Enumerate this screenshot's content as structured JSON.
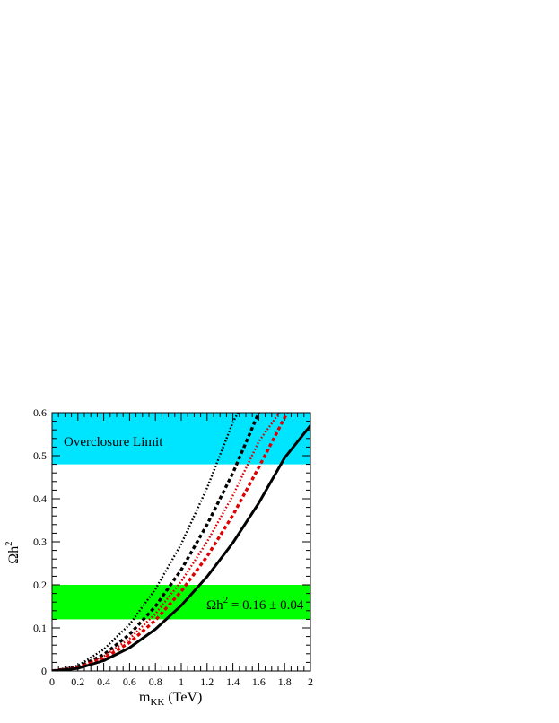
{
  "chart_data": {
    "type": "line",
    "xlabel": "m",
    "xlabel_sub": "KK",
    "xlabel_unit": " (TeV)",
    "ylabel": "Ωh",
    "ylabel_sup": "2",
    "xlim": [
      0,
      2
    ],
    "ylim": [
      0,
      0.6
    ],
    "xticks": [
      "0",
      "0.2",
      "0.4",
      "0.6",
      "0.8",
      "1",
      "1.2",
      "1.4",
      "1.6",
      "1.8",
      "2"
    ],
    "yticks": [
      "0",
      "0.1",
      "0.2",
      "0.3",
      "0.4",
      "0.5",
      "0.6"
    ],
    "bands": [
      {
        "label": "Overclosure Limit",
        "y_range": [
          0.48,
          0.6
        ],
        "color": "#00e5ff"
      },
      {
        "label_prefix": "Ωh",
        "label_sup": "2",
        "label_suffix": " = 0.16 ± 0.04",
        "y_range": [
          0.12,
          0.2
        ],
        "color": "#00ff00"
      }
    ],
    "series": [
      {
        "style": "dotted",
        "color": "#000000",
        "x": [
          0,
          0.2,
          0.4,
          0.6,
          0.8,
          1.0,
          1.2,
          1.4,
          1.44
        ],
        "y": [
          0,
          0.012,
          0.05,
          0.108,
          0.19,
          0.295,
          0.425,
          0.578,
          0.6
        ]
      },
      {
        "style": "dashed",
        "color": "#000000",
        "x": [
          0,
          0.2,
          0.4,
          0.6,
          0.8,
          1.0,
          1.2,
          1.4,
          1.6,
          1.64
        ],
        "y": [
          0,
          0.009,
          0.038,
          0.085,
          0.15,
          0.235,
          0.34,
          0.46,
          0.6,
          0.62
        ]
      },
      {
        "style": "dotted",
        "color": "#dd0000",
        "x": [
          0,
          0.2,
          0.4,
          0.6,
          0.8,
          1.0,
          1.2,
          1.4,
          1.6,
          1.76
        ],
        "y": [
          0,
          0.008,
          0.034,
          0.075,
          0.133,
          0.208,
          0.3,
          0.408,
          0.533,
          0.6
        ]
      },
      {
        "style": "dashed",
        "color": "#dd0000",
        "x": [
          0,
          0.2,
          0.4,
          0.6,
          0.8,
          1.0,
          1.2,
          1.4,
          1.6,
          1.82
        ],
        "y": [
          0,
          0.007,
          0.029,
          0.066,
          0.118,
          0.185,
          0.266,
          0.362,
          0.473,
          0.6
        ]
      },
      {
        "style": "solid",
        "color": "#000000",
        "x": [
          0,
          0.2,
          0.4,
          0.6,
          0.8,
          1.0,
          1.2,
          1.4,
          1.6,
          1.8,
          2.0
        ],
        "y": [
          0,
          0.006,
          0.024,
          0.054,
          0.097,
          0.152,
          0.219,
          0.298,
          0.39,
          0.495,
          0.57
        ]
      }
    ]
  }
}
